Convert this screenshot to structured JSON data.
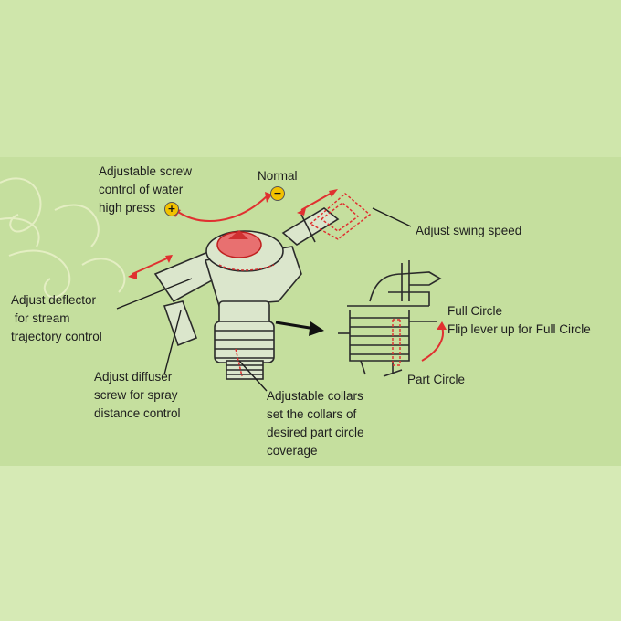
{
  "labels": {
    "screw": "Adjustable screw\ncontrol of water\nhigh press",
    "normal": "Normal",
    "swing": "Adjust swing speed",
    "deflector": "Adjust deflector\n for stream\ntrajectory control",
    "full_circle": "Full Circle\nFlip lever up for Full Circle",
    "part_circle": "Part Circle",
    "diffuser": "Adjust diffuser\nscrew for spray\ndistance control",
    "collars": "Adjustable collars\nset the collars of\ndesired part circle\ncoverage"
  },
  "signs": {
    "plus": "+",
    "minus": "−"
  },
  "colors": {
    "background": "#c6e0a0",
    "band_light": "#d4e8b0",
    "accent_red": "#e03030",
    "line": "#2a2a2a",
    "plus_minus_badge": "#f2c200"
  }
}
